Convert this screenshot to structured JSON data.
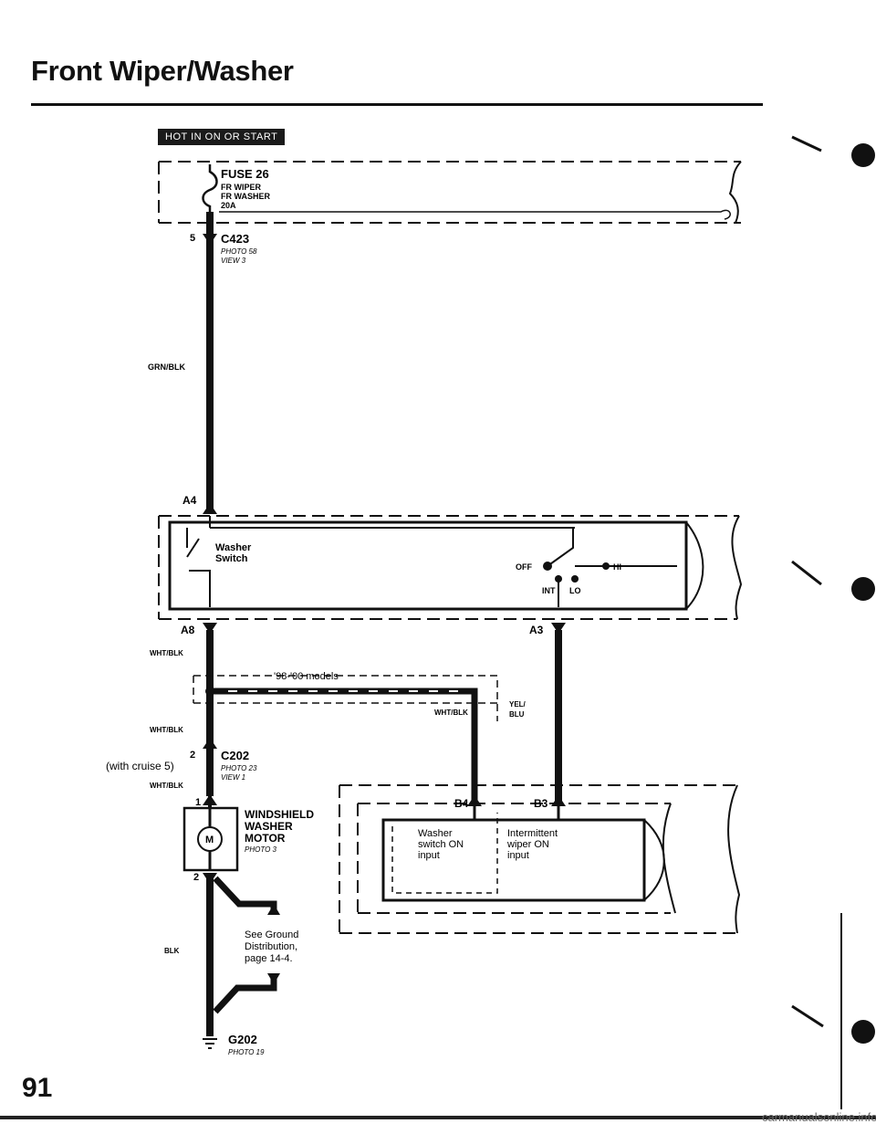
{
  "title": "Front Wiper/Washer",
  "power_label": "HOT IN ON OR START",
  "fuse": {
    "name": "FUSE 26",
    "line1": "FR WIPER",
    "line2": "FR WASHER",
    "rating": "20A"
  },
  "c423": {
    "pin": "5",
    "name": "C423",
    "photo": "PHOTO 58",
    "view": "VIEW 3"
  },
  "wire_grn_blk": "GRN/BLK",
  "pin_a4": "A4",
  "washer_switch": {
    "line1": "Washer",
    "line2": "Switch"
  },
  "wiper_switch": {
    "off": "OFF",
    "hi": "HI",
    "int": "INT",
    "lo": "LO"
  },
  "pin_a8": "A8",
  "pin_a3": "A3",
  "wire_wht_blk_1": "WHT/BLK",
  "models_note": "'98-'00 models",
  "wire_wht_blk_models": "WHT/BLK",
  "wire_yel_blu_1": "YEL/",
  "wire_yel_blu_2": "BLU",
  "wire_wht_blk_2": "WHT/BLK",
  "c202": {
    "pin": "2",
    "cruise": "(with cruise 5)",
    "name": "C202",
    "photo": "PHOTO 23",
    "view": "VIEW 1"
  },
  "wire_wht_blk_3": "WHT/BLK",
  "pin_1": "1",
  "motor": {
    "line1": "WINDSHIELD",
    "line2": "WASHER",
    "line3": "MOTOR",
    "photo": "PHOTO 3",
    "symbol": "M"
  },
  "pin_2": "2",
  "pin_b4": "B4",
  "pin_b3": "B3",
  "washer_input": {
    "line1": "Washer",
    "line2": "switch ON",
    "line3": "input"
  },
  "wiper_input": {
    "line1": "Intermittent",
    "line2": "wiper ON",
    "line3": "input"
  },
  "ground_note": {
    "line1": "See Ground",
    "line2": "Distribution,",
    "line3": "page 14-4."
  },
  "wire_blk": "BLK",
  "g202": {
    "name": "G202",
    "photo": "PHOTO 19"
  },
  "page_number": "91",
  "footer": "carmanualsonline.info"
}
